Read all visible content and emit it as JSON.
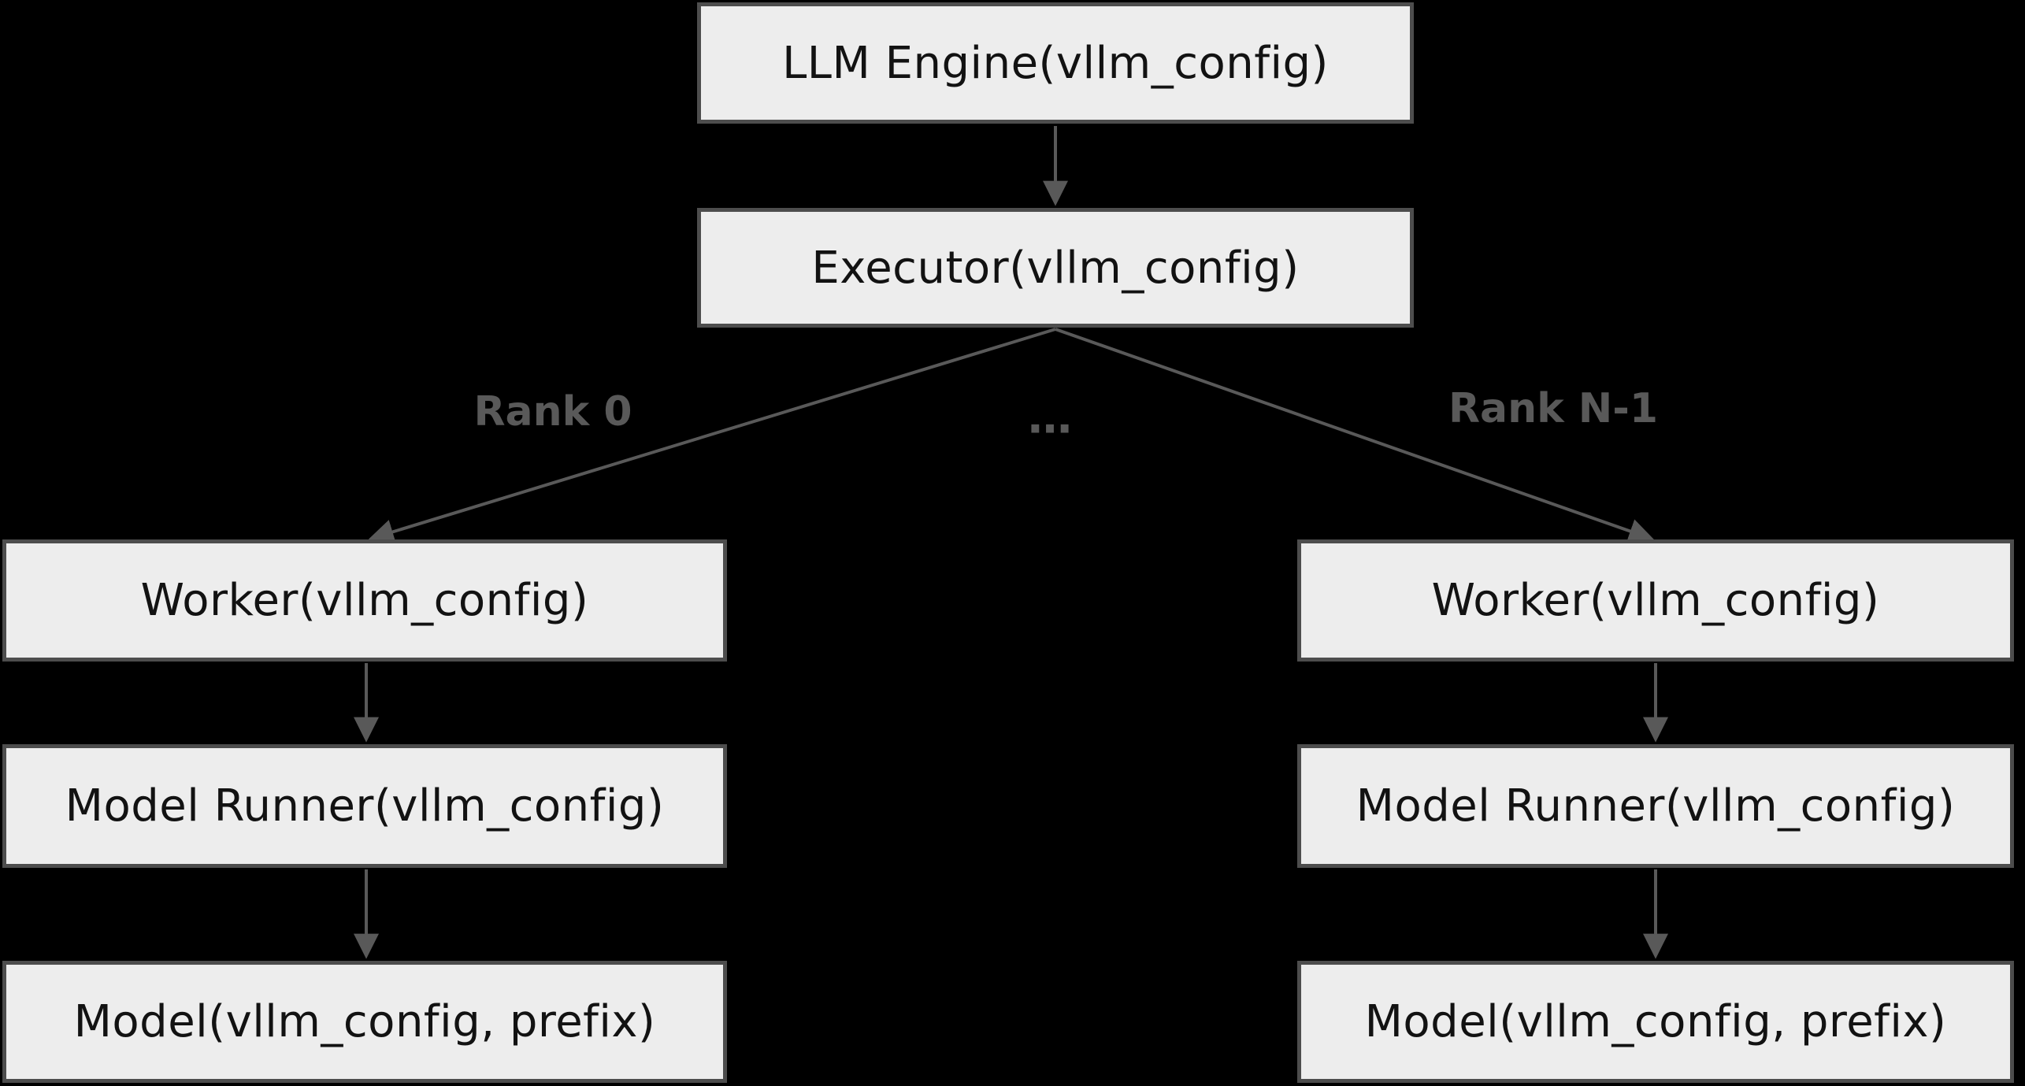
{
  "palette": {
    "background": "#000000",
    "node_fill": "#ededed",
    "node_border": "#4d4d4d",
    "node_text": "#121212",
    "connector": "#595959",
    "edge_label_text": "#595959"
  },
  "nodes": {
    "llm_engine": {
      "label": "LLM Engine(vllm_config)"
    },
    "executor": {
      "label": "Executor(vllm_config)"
    },
    "worker_left": {
      "label": "Worker(vllm_config)"
    },
    "model_runner_left": {
      "label": "Model Runner(vllm_config)"
    },
    "model_left": {
      "label": "Model(vllm_config, prefix)"
    },
    "worker_right": {
      "label": "Worker(vllm_config)"
    },
    "model_runner_right": {
      "label": "Model Runner(vllm_config)"
    },
    "model_right": {
      "label": "Model(vllm_config, prefix)"
    }
  },
  "edge_labels": {
    "rank_0": "Rank 0",
    "ellipsis": "…",
    "rank_n_1": "Rank N-1"
  }
}
